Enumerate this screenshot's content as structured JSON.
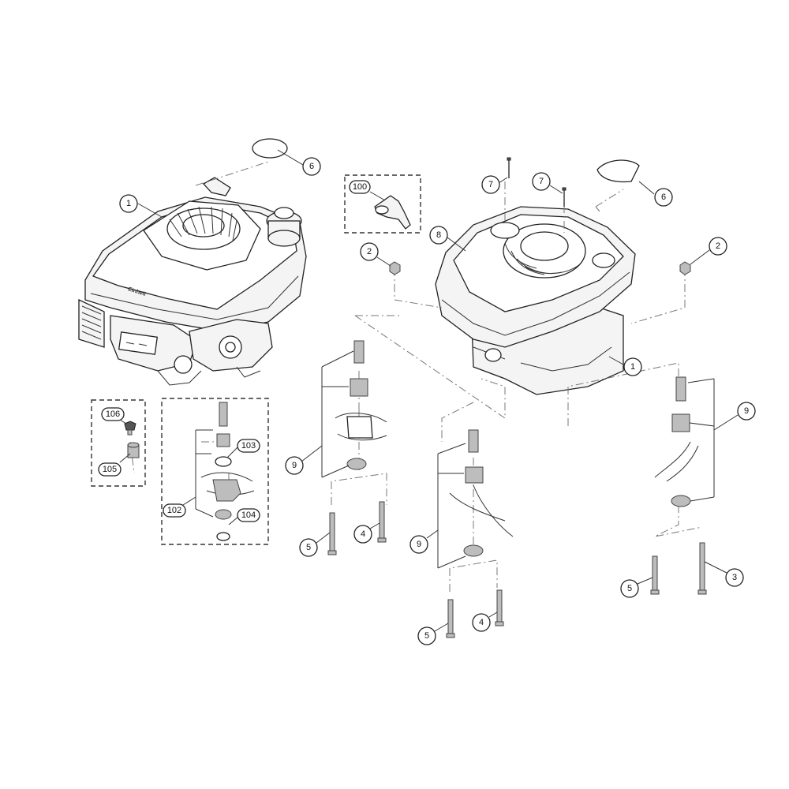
{
  "diagram": {
    "brand_mark": "Einhell",
    "callouts": [
      {
        "id": "c6-left",
        "label": "6"
      },
      {
        "id": "c1-left",
        "label": "1"
      },
      {
        "id": "c100",
        "label": "100"
      },
      {
        "id": "c7-a",
        "label": "7"
      },
      {
        "id": "c7-b",
        "label": "7"
      },
      {
        "id": "c6-right",
        "label": "6"
      },
      {
        "id": "c8",
        "label": "8"
      },
      {
        "id": "c2-left",
        "label": "2"
      },
      {
        "id": "c2-right",
        "label": "2"
      },
      {
        "id": "c1-right",
        "label": "1"
      },
      {
        "id": "c106",
        "label": "106"
      },
      {
        "id": "c105",
        "label": "105"
      },
      {
        "id": "c103",
        "label": "103"
      },
      {
        "id": "c102",
        "label": "102"
      },
      {
        "id": "c104",
        "label": "104"
      },
      {
        "id": "c9-a",
        "label": "9"
      },
      {
        "id": "c5-a",
        "label": "5"
      },
      {
        "id": "c4-a",
        "label": "4"
      },
      {
        "id": "c9-b",
        "label": "9"
      },
      {
        "id": "c5-b",
        "label": "5"
      },
      {
        "id": "c4-b",
        "label": "4"
      },
      {
        "id": "c9-c",
        "label": "9"
      },
      {
        "id": "c5-c",
        "label": "5"
      },
      {
        "id": "c3",
        "label": "3"
      }
    ]
  }
}
